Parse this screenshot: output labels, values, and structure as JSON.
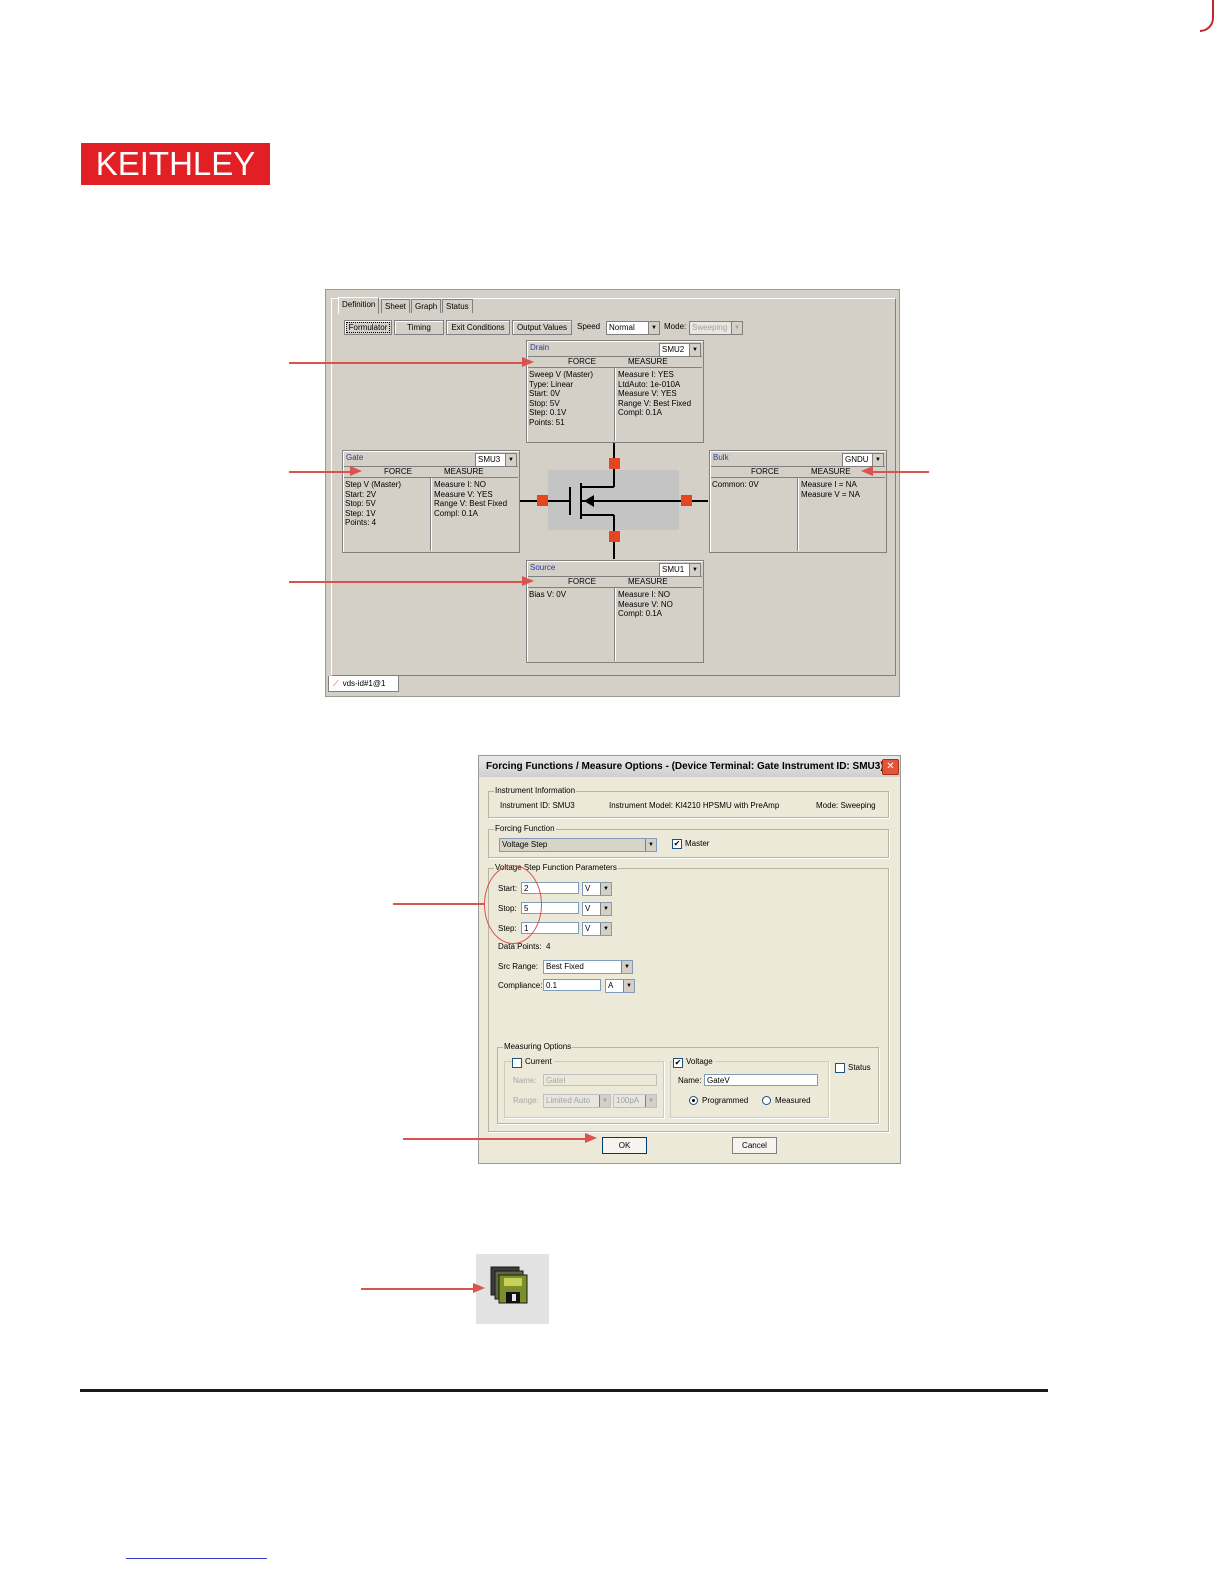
{
  "brand": {
    "logo_text": "KEITHLEY",
    "accent": "#e31f26"
  },
  "kite": {
    "tabs": [
      "Definition",
      "Sheet",
      "Graph",
      "Status"
    ],
    "toolbar": {
      "formulator": "Formulator",
      "timing": "Timing",
      "exit_conditions": "Exit Conditions",
      "output_values": "Output Values",
      "speed_label": "Speed",
      "speed_value": "Normal",
      "mode_label": "Mode:",
      "mode_value": "Sweeping"
    },
    "force_header": "FORCE",
    "measure_header": "MEASURE",
    "drain": {
      "name": "Drain",
      "instrument": "SMU2",
      "force": [
        "Sweep V (Master)",
        "Type: Linear",
        "Start: 0V",
        "Stop: 5V",
        "Step: 0.1V",
        "Points: 51"
      ],
      "measure": [
        "Measure I: YES",
        "LtdAuto: 1e-010A",
        "Measure V: YES",
        "Range V: Best Fixed",
        "Compl: 0.1A"
      ]
    },
    "gate": {
      "name": "Gate",
      "instrument": "SMU3",
      "force": [
        "Step V (Master)",
        "Start: 2V",
        "Stop: 5V",
        "Step: 1V",
        "Points: 4"
      ],
      "measure": [
        "Measure I: NO",
        "Measure V: YES",
        "Range V: Best Fixed",
        "Compl: 0.1A"
      ]
    },
    "bulk": {
      "name": "Bulk",
      "instrument": "GNDU",
      "force": [
        "Common: 0V"
      ],
      "measure": [
        "Measure I = NA",
        "Measure V = NA"
      ]
    },
    "source": {
      "name": "Source",
      "instrument": "SMU1",
      "force": [
        "Bias V: 0V"
      ],
      "measure": [
        "Measure I: NO",
        "Measure V: NO",
        "Compl: 0.1A"
      ]
    },
    "bottom_tab": "vds-id#1@1"
  },
  "dialog": {
    "title": "Forcing Functions / Measure Options - (Device Terminal: Gate  Instrument ID: SMU3)",
    "instrument_info": {
      "label": "Instrument Information",
      "id": "Instrument ID:  SMU3",
      "model": "Instrument Model:  KI4210 HPSMU with PreAmp",
      "mode": "Mode:  Sweeping"
    },
    "forcing": {
      "label": "Forcing Function",
      "value": "Voltage Step",
      "master_label": "Master",
      "master_checked": "✔"
    },
    "params": {
      "label": "Voltage Step Function Parameters",
      "start_label": "Start:",
      "start_value": "2",
      "start_unit": "V",
      "stop_label": "Stop:",
      "stop_value": "5",
      "stop_unit": "V",
      "step_label": "Step:",
      "step_value": "1",
      "step_unit": "V",
      "points_label": "Data Points:",
      "points_value": "4",
      "src_range_label": "Src Range:",
      "src_range_value": "Best Fixed",
      "compliance_label": "Compliance:",
      "compliance_value": "0.1",
      "compliance_unit": "A"
    },
    "measuring": {
      "label": "Measuring Options",
      "current_label": "Current",
      "current_name_label": "Name:",
      "current_name_value": "GateI",
      "current_range_label": "Range:",
      "current_range_value": "Limited Auto",
      "current_range_min": "100pA",
      "voltage_label": "Voltage",
      "voltage_checked": "✔",
      "voltage_name_label": "Name:",
      "voltage_name_value": "GateV",
      "programmed_label": "Programmed",
      "measured_label": "Measured",
      "status_label": "Status"
    },
    "ok_label": "OK",
    "cancel_label": "Cancel",
    "close_glyph": "✕"
  },
  "toolbar_icon": {
    "name": "save-all-icon"
  },
  "annotation_color": "#d9534f"
}
